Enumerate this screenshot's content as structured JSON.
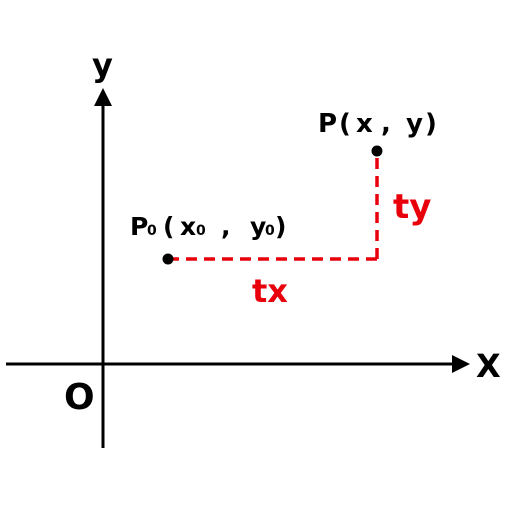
{
  "axes": {
    "x_label": "X",
    "y_label": "y",
    "origin_label": "O",
    "color": "#000000"
  },
  "points": {
    "p0": {
      "name": "P",
      "sub": "0",
      "open": "(",
      "x": "x",
      "x_sub": "0",
      "sep": ",",
      "y": "y",
      "y_sub": "0",
      "close": ")"
    },
    "p": {
      "name": "P",
      "open": "(",
      "x": "x",
      "sep": ",",
      "y": "y",
      "close": ")"
    }
  },
  "translation": {
    "tx_label": "tx",
    "ty_label": "ty",
    "color": "#e8000b"
  }
}
